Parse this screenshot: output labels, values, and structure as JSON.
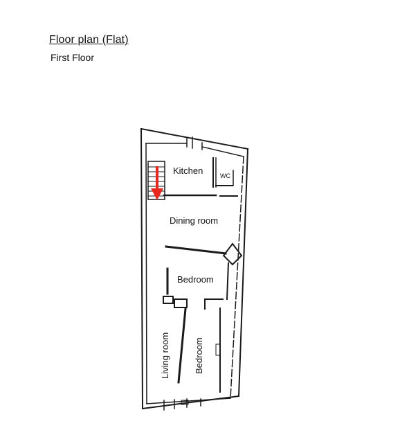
{
  "header": {
    "title": "Floor plan (Flat)",
    "subtitle": "First Floor"
  },
  "rooms": {
    "kitchen": "Kitchen",
    "wc": "WC",
    "dining": "Dining room",
    "bedroom_upper": "Bedroom",
    "living": "Living room",
    "bedroom_lower": "Bedroom"
  },
  "colors": {
    "arrow": "#e8281c",
    "walls": "#1a1a1a"
  }
}
